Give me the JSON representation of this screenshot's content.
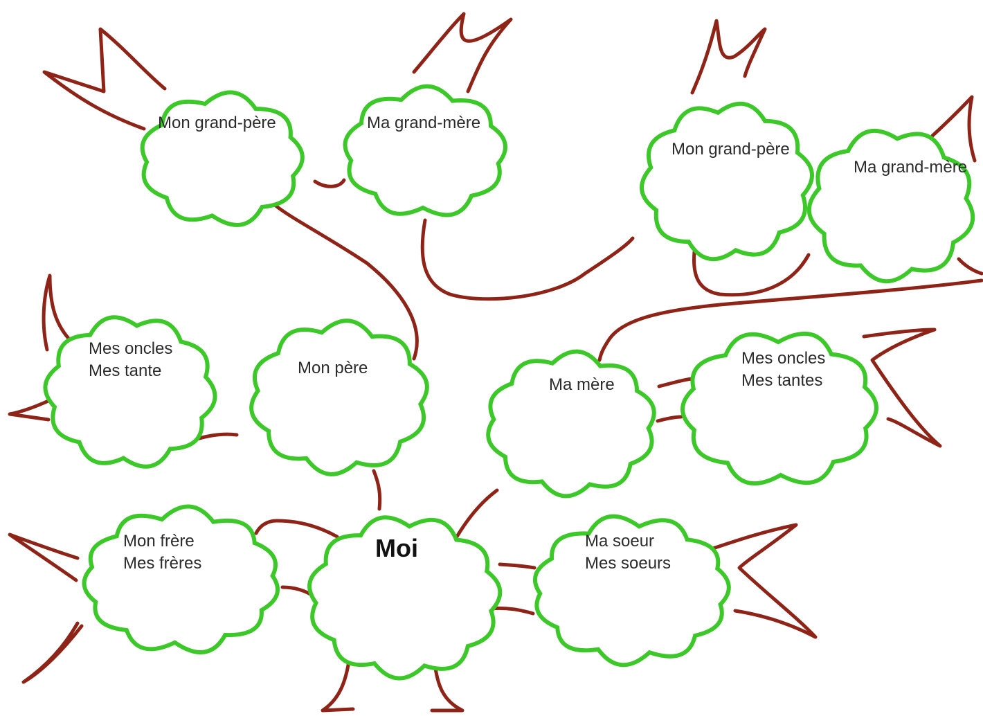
{
  "colors": {
    "leaf": "#3cc829",
    "branch": "#8e2417"
  },
  "nodes": {
    "grandpa_paternal": {
      "line1": "Mon grand-père"
    },
    "grandma_paternal": {
      "line1": "Ma grand-mère"
    },
    "grandpa_maternal": {
      "line1": "Mon grand-père"
    },
    "grandma_maternal": {
      "line1": "Ma grand-mère"
    },
    "uncles_paternal": {
      "line1": "Mes oncles",
      "line2": "Mes tante"
    },
    "father": {
      "line1": "Mon père"
    },
    "mother": {
      "line1": "Ma mère"
    },
    "uncles_maternal": {
      "line1": "Mes oncles",
      "line2": "Mes tantes"
    },
    "brothers": {
      "line1": "Mon frère",
      "line2": "Mes frères"
    },
    "me": {
      "line1": "Moi"
    },
    "sisters": {
      "line1": "Ma soeur",
      "line2": "Mes soeurs"
    }
  }
}
